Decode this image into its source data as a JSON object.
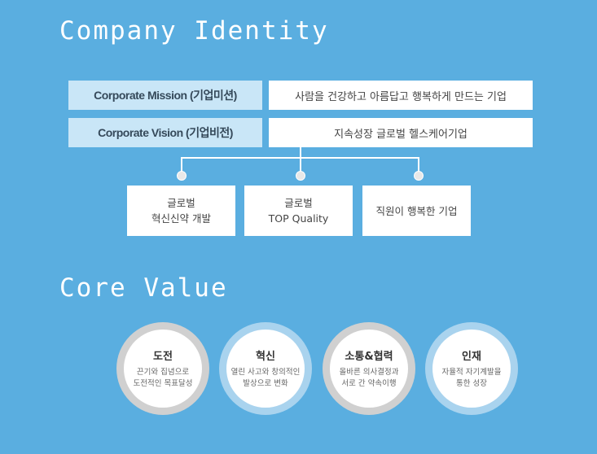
{
  "identity": {
    "title": "Company Identity",
    "mission_label": "Corporate Mission (기업미션)",
    "mission_value": "사람을 건강하고 아름답고 행복하게 만드는 기업",
    "vision_label": "Corporate Vision (기업비전)",
    "vision_value": "지속성장 글로벌 헬스케어기업",
    "goals": [
      {
        "line1": "글로벌",
        "line2": "혁신신약 개발"
      },
      {
        "line1": "글로벌",
        "line2": "TOP Quality"
      },
      {
        "line1": "직원이 행복한 기업"
      }
    ]
  },
  "core": {
    "title": "Core Value",
    "values": [
      {
        "title": "도전",
        "line1": "끈기와 집념으로",
        "line2": "도전적인 목표달성"
      },
      {
        "title": "혁신",
        "line1": "열린 사고와 창의적인",
        "line2": "발상으로 변화"
      },
      {
        "title": "소통&협력",
        "line1": "올바른 의사결정과",
        "line2": "서로 간 약속이행"
      },
      {
        "title": "인재",
        "line1": "자율적 자기계발을",
        "line2": "통한 성장"
      }
    ]
  },
  "colors": {
    "background": "#5aaee0",
    "label_box": "#c9e6f7",
    "ring_gray": "#d0d0d0",
    "ring_blue": "#a9d3ee"
  }
}
